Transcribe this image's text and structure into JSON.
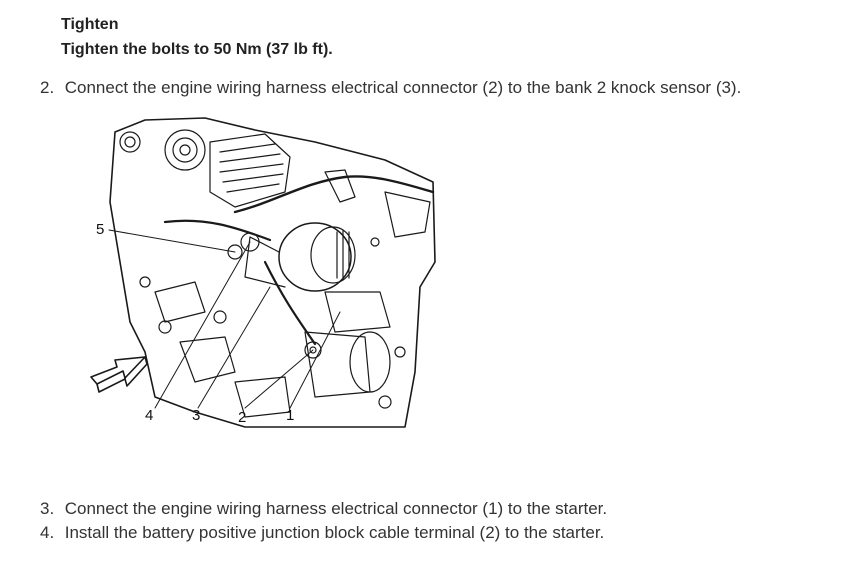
{
  "tighten": {
    "title": "Tighten",
    "text": "Tighten the bolts to 50 Nm (37 lb ft)."
  },
  "steps": [
    {
      "number": "2.",
      "text": "Connect the engine wiring harness electrical connector (2) to the bank 2 knock sensor (3)."
    },
    {
      "number": "3.",
      "text": "Connect the engine wiring harness electrical connector (1) to the starter."
    },
    {
      "number": "4.",
      "text": "Install the battery positive junction block cable terminal (2) to the starter."
    }
  ],
  "figure": {
    "callouts": {
      "c1": "1",
      "c2": "2",
      "c3": "3",
      "c4": "4",
      "c5": "5"
    },
    "arrow_icon": "view-direction-arrow-icon"
  }
}
